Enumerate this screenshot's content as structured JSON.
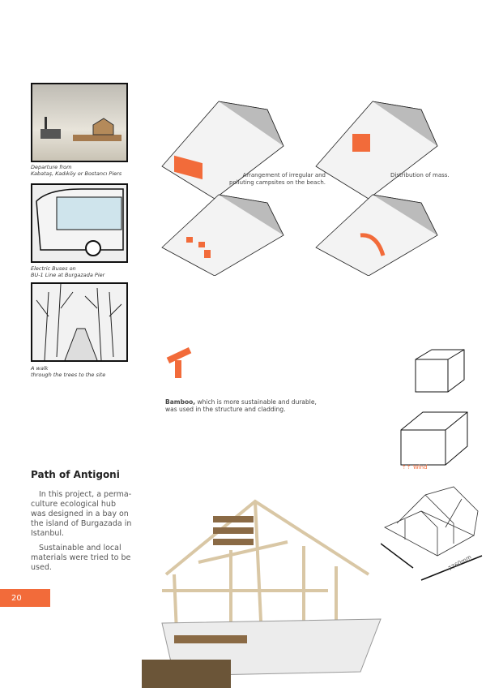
{
  "captions": {
    "departure": [
      "Departure from",
      "Kabataş, Kadıköy or Bostancı Piers"
    ],
    "buses": [
      "Electric Buses on",
      "BU-1 Line at Burgazada Pier"
    ],
    "walk": [
      "A walk",
      "through the trees to the site"
    ]
  },
  "diagram_notes": {
    "arrangement": [
      "Arrangement of irregular and",
      "polluting campsites on the beach."
    ],
    "distribution": "Distribution of mass."
  },
  "bamboo": {
    "bold": "Bamboo,",
    "rest": " which is more sustainable and durable,",
    "line2": "was used in the structure and cladding."
  },
  "wind_label": "Wind",
  "dimension_label": "7760mm",
  "title": "Path of Antigoni",
  "paragraphs": [
    "In this project, a perma-culture ecological hub was designed in a bay on the island of Burgazada in Istanbul.",
    "Sustainable and local materials were tried to be used."
  ],
  "page_number": "20",
  "colors": {
    "accent": "#f26b3a"
  }
}
